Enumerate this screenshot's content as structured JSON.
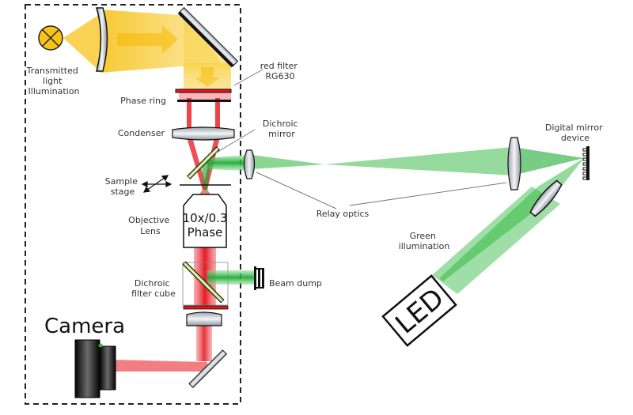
{
  "diagram": {
    "type": "optical-setup-schematic",
    "colors": {
      "transmitted_light": "#f7c21a",
      "red_beam": "#e8141c",
      "green_beam": "#2db53c",
      "lens_fill": "#c8cdd2",
      "outline": "#111111",
      "frame": "#222222",
      "dichroic": "#a8c85a"
    },
    "labels": {
      "transmitted_light": [
        "Transmitted",
        "light",
        "Illumination"
      ],
      "red_filter": [
        "red filter",
        "RG630"
      ],
      "phase_ring": "Phase ring",
      "condenser": "Condenser",
      "dichroic_mirror": [
        "Dichroic",
        "mirror"
      ],
      "sample_stage": [
        "Sample",
        "stage"
      ],
      "objective_lens": [
        "Objective",
        "Lens"
      ],
      "objective_marking": [
        "10x/0.3",
        "Phase"
      ],
      "dichroic_filter_cube": [
        "Dichroic",
        "filter cube"
      ],
      "beam_dump": "Beam dump",
      "camera": "Camera",
      "relay_optics": "Relay optics",
      "digital_mirror_device": [
        "Digital mirror",
        "device"
      ],
      "green_illumination": [
        "Green",
        "illumination"
      ],
      "led": "LED"
    },
    "icons": {
      "lamp": "lamp-cross-icon",
      "camera": "camera-icon",
      "led": "led-box-icon"
    }
  }
}
